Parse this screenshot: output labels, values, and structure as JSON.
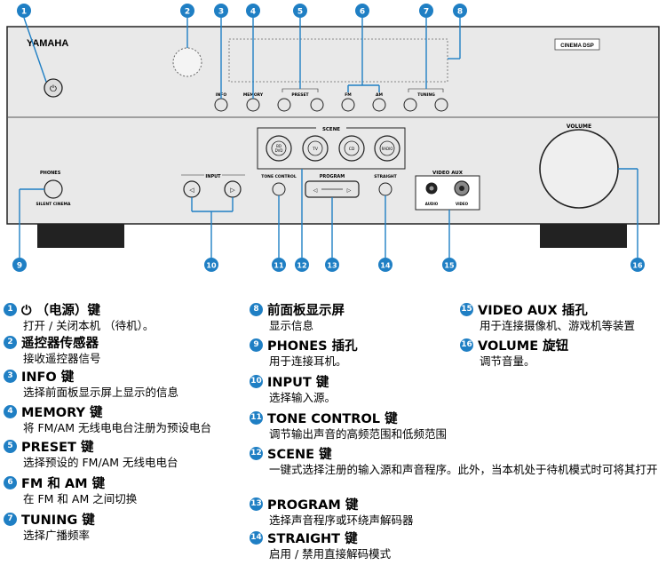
{
  "panel": {
    "brand": "YAMAHA",
    "cinema_badge": "CINEMA DSP",
    "labels": {
      "info": "INFO",
      "memory": "MEMORY",
      "preset": "PRESET",
      "fm": "FM",
      "am": "AM",
      "tuning": "TUNING",
      "scene": "SCENE",
      "scene_bd": "BD\nDVD",
      "scene_tv": "TV",
      "scene_cd": "CD",
      "scene_radio": "RADIO",
      "input": "INPUT",
      "phones": "PHONES",
      "silent_cinema": "SILENT CINEMA",
      "tone_control": "TONE CONTROL",
      "program": "PROGRAM",
      "straight": "STRAIGHT",
      "video_aux": "VIDEO AUX",
      "audio": "AUDIO",
      "video": "VIDEO",
      "volume": "VOLUME"
    },
    "callouts": [
      "1",
      "2",
      "3",
      "4",
      "5",
      "6",
      "7",
      "8",
      "9",
      "10",
      "11",
      "12",
      "13",
      "14",
      "15",
      "16"
    ]
  },
  "legend": [
    {
      "num": "1",
      "title": "⏻ （电源）键",
      "desc": "打开 / 关闭本机 （待机）。"
    },
    {
      "num": "2",
      "title": "遥控器传感器",
      "desc": "接收遥控器信号"
    },
    {
      "num": "3",
      "title": "INFO 键",
      "desc": "选择前面板显示屏上显示的信息"
    },
    {
      "num": "4",
      "title": "MEMORY 键",
      "desc": "将 FM/AM 无线电电台注册为预设电台"
    },
    {
      "num": "5",
      "title": "PRESET 键",
      "desc": "选择预设的 FM/AM 无线电电台"
    },
    {
      "num": "6",
      "title": "FM 和 AM 键",
      "desc": "在 FM 和 AM 之间切换"
    },
    {
      "num": "7",
      "title": "TUNING 键",
      "desc": "选择广播频率"
    },
    {
      "num": "8",
      "title": "前面板显示屏",
      "desc": "显示信息"
    },
    {
      "num": "9",
      "title": "PHONES 插孔",
      "desc": "用于连接耳机。"
    },
    {
      "num": "10",
      "title": "INPUT 键",
      "desc": "选择输入源。"
    },
    {
      "num": "11",
      "title": "TONE CONTROL 键",
      "desc": "调节输出声音的高频范围和低频范围"
    },
    {
      "num": "12",
      "title": "SCENE 键",
      "desc": "一键式选择注册的输入源和声音程序。此外，当本机处于待机模式时可将其打开"
    },
    {
      "num": "13",
      "title": "PROGRAM 键",
      "desc": "选择声音程序或环绕声解码器"
    },
    {
      "num": "14",
      "title": "STRAIGHT 键",
      "desc": "启用 / 禁用直接解码模式"
    },
    {
      "num": "15",
      "title": "VIDEO AUX 插孔",
      "desc": "用于连接摄像机、游戏机等装置"
    },
    {
      "num": "16",
      "title": "VOLUME 旋钮",
      "desc": "调节音量。"
    }
  ]
}
